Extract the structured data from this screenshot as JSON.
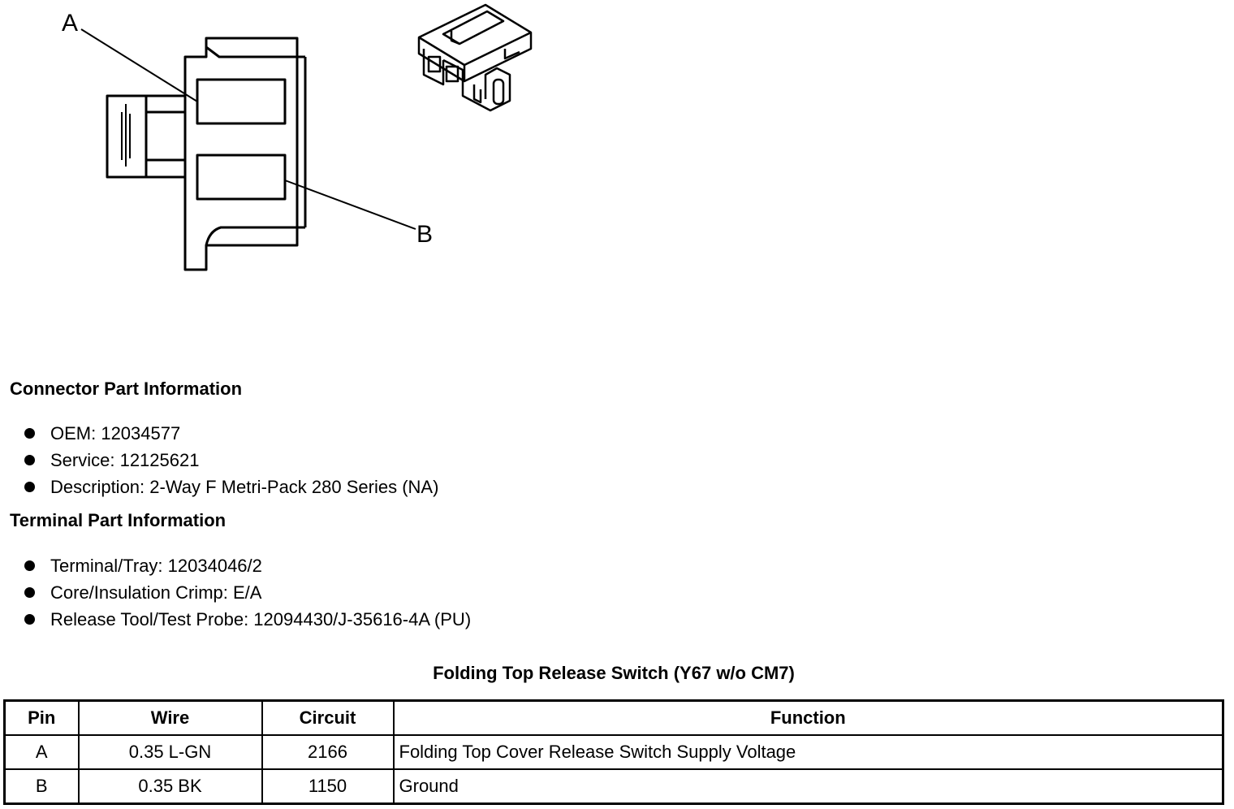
{
  "diagram": {
    "pin_labels": [
      "A",
      "B"
    ]
  },
  "connector_section": {
    "title": "Connector Part Information",
    "items": [
      "OEM: 12034577",
      "Service: 12125621",
      "Description: 2-Way F Metri-Pack 280 Series (NA)"
    ]
  },
  "terminal_section": {
    "title": "Terminal Part Information",
    "items": [
      "Terminal/Tray: 12034046/2",
      "Core/Insulation Crimp: E/A",
      "Release Tool/Test Probe: 12094430/J-35616-4A (PU)"
    ]
  },
  "table": {
    "title": "Folding Top Release Switch (Y67 w/o CM7)",
    "headers": [
      "Pin",
      "Wire",
      "Circuit",
      "Function"
    ],
    "rows": [
      [
        "A",
        "0.35 L-GN",
        "2166",
        "Folding Top Cover Release Switch Supply Voltage"
      ],
      [
        "B",
        "0.35 BK",
        "1150",
        "Ground"
      ]
    ]
  }
}
